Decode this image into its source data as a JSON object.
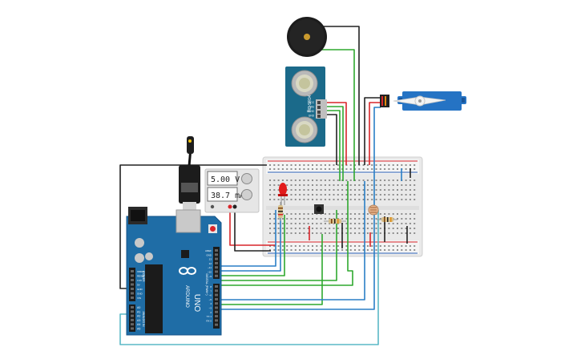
{
  "power_supply": {
    "voltage": "5.00 V",
    "current": "38.7 mA"
  },
  "ultrasonic_sensor": {
    "model": "HC-SR04",
    "pins": [
      "VCC",
      "TRIG",
      "ECHO",
      "GND"
    ]
  },
  "arduino": {
    "brand": "ARDUINO",
    "model": "UNO",
    "header_labels": {
      "digital": "DIGITAL (PWM~)",
      "analog": "ANALOG IN",
      "power": "POWER"
    },
    "analog_pins": [
      "A0",
      "A1",
      "A2",
      "A3",
      "A4",
      "A5"
    ],
    "power_pins": [
      "IOREF",
      "RESET",
      "3.3V",
      "5V",
      "GND",
      "GND",
      "VIN"
    ],
    "top_pins": [
      "AREF",
      "GND",
      "13",
      "12",
      "~11",
      "~10",
      "~9",
      "8",
      "7",
      "~6",
      "~5",
      "4",
      "~3",
      "2",
      "TX 1",
      "RX 0"
    ]
  },
  "wire_colors": {
    "black": "#222222",
    "red": "#d9252a",
    "green": "#2fa82f",
    "blue": "#2a7fc6",
    "teal": "#5ab8c6",
    "board": "#1f6da6",
    "servo": "#2573c4",
    "sensor": "#1b6a8a"
  }
}
